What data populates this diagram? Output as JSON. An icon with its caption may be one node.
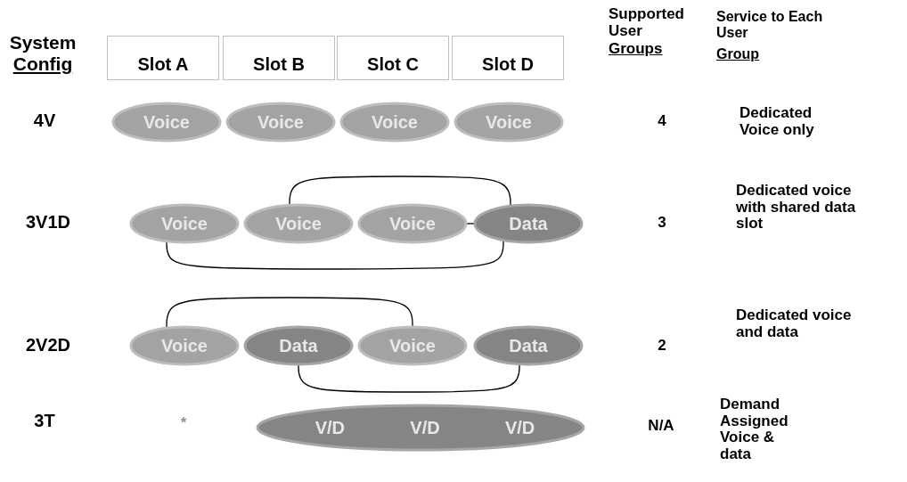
{
  "diagram": {
    "nodes": [
      {
        "text": [
          "Slot A"
        ]
      },
      {
        "text": [
          "Slot B"
        ]
      },
      {
        "text": [
          "Slot C"
        ]
      },
      {
        "text": [
          "Slot D"
        ]
      },
      {
        "text": [
          "Voice"
        ]
      },
      {
        "text": [
          "Voice"
        ]
      },
      {
        "text": [
          "Voice"
        ]
      },
      {
        "text": [
          "Voice"
        ]
      },
      {
        "text": [
          "Voice"
        ]
      },
      {
        "text": [
          "Voice"
        ]
      },
      {
        "text": [
          "Voice"
        ]
      },
      {
        "text": [
          "Data"
        ]
      },
      {
        "text": [
          "Voice"
        ]
      },
      {
        "text": [
          "Data"
        ]
      },
      {
        "text": [
          "Voice"
        ]
      },
      {
        "text": [
          "Data"
        ]
      },
      {
        "text": [
          "V/D",
          "V/D",
          "V/D"
        ]
      }
    ],
    "edges": [
      {
        "from": 9,
        "to": 11,
        "arrow": "none"
      },
      {
        "from": 10,
        "to": 11,
        "arrow": "none"
      },
      {
        "from": 8,
        "to": 11,
        "arrow": "none"
      },
      {
        "from": 12,
        "to": 14,
        "arrow": "none"
      },
      {
        "from": 13,
        "to": 15,
        "arrow": "none"
      }
    ],
    "labels": [
      "System",
      "Config",
      "Supported User",
      "Groups",
      "Service to Each User",
      "Group",
      "4V",
      "4",
      "Dedicated Voice only",
      "3V1D",
      "3",
      "Dedicated voice with shared data slot",
      "2V2D",
      "2",
      "Dedicated voice and data",
      "3T",
      "*",
      "N/A",
      "Demand Assigned Voice & data"
    ]
  }
}
